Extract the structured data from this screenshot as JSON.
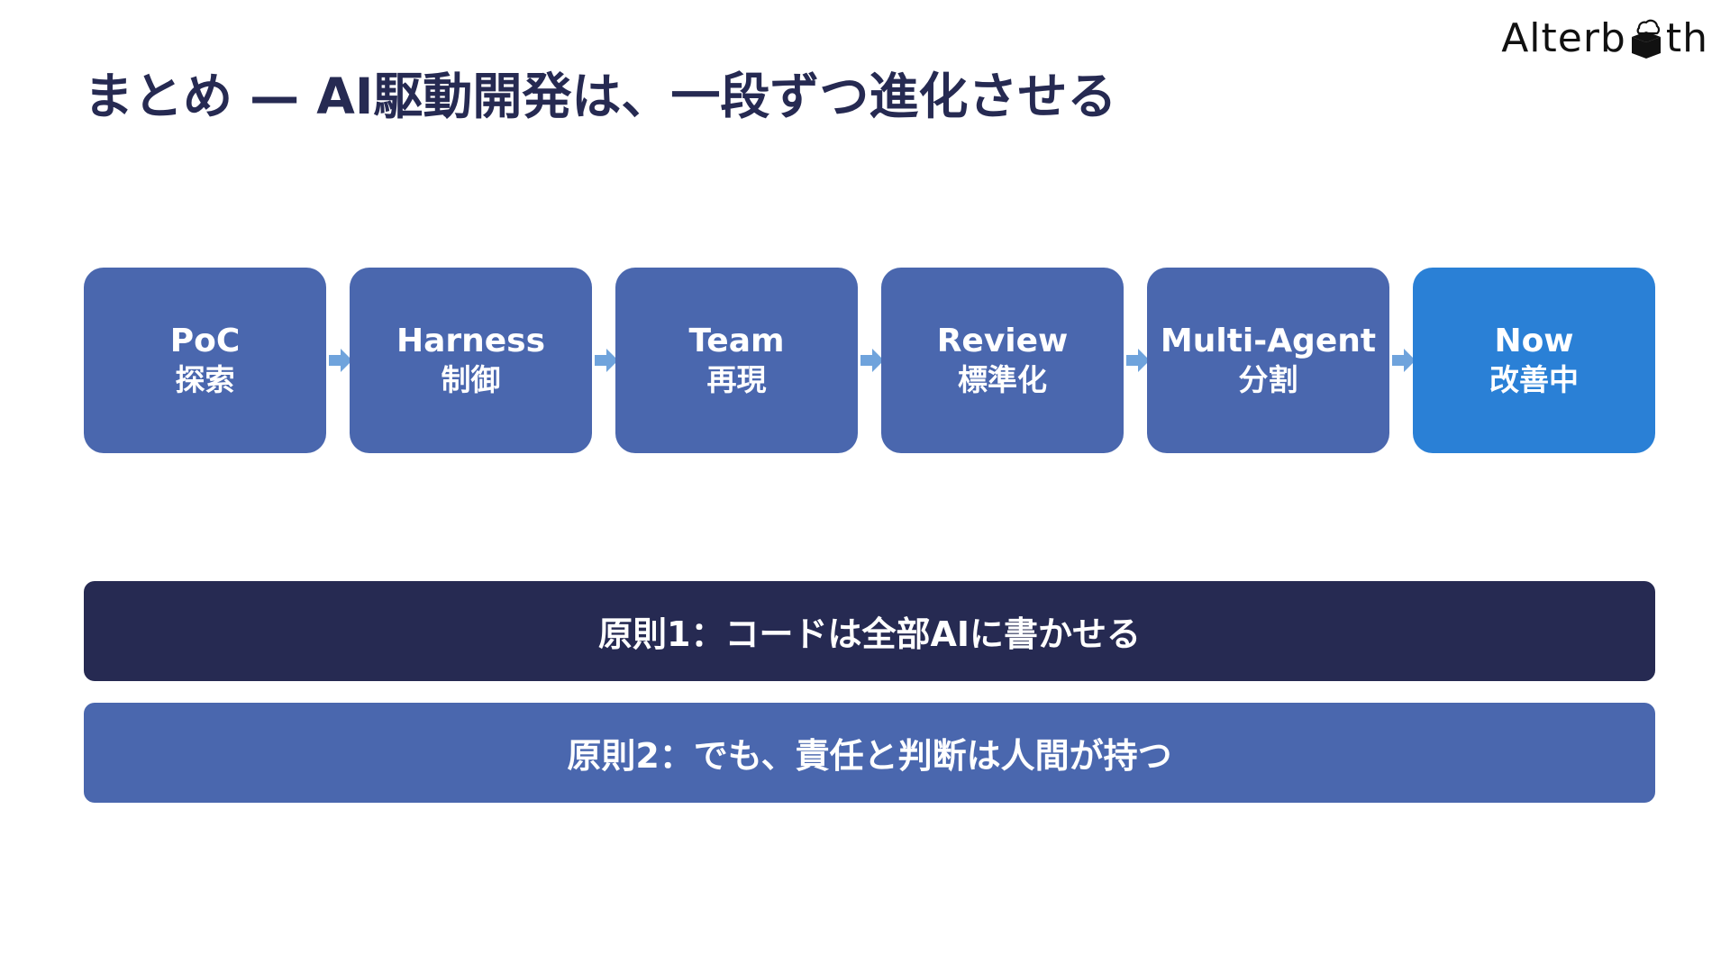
{
  "logo": {
    "prefix": "Alterb",
    "suffix": "th"
  },
  "title": "まとめ — AI駆動開発は、一段ずつ進化させる",
  "steps": [
    {
      "en": "PoC",
      "ja": "探索"
    },
    {
      "en": "Harness",
      "ja": "制御"
    },
    {
      "en": "Team",
      "ja": "再現"
    },
    {
      "en": "Review",
      "ja": "標準化"
    },
    {
      "en": "Multi-Agent",
      "ja": "分割"
    },
    {
      "en": "Now",
      "ja": "改善中"
    }
  ],
  "principles": [
    "原則1：コードは全部AIに書かせる",
    "原則2：でも、責任と判断は人間が持つ"
  ],
  "colors": {
    "navy": "#262a52",
    "step": "#4a67ae",
    "active_step": "#2a80d6",
    "arrow": "#6fa3dc"
  },
  "icons": {
    "flow_arrow": "chevron-right-arrow-icon",
    "logo_mark": "cloud-box-logo-icon"
  }
}
